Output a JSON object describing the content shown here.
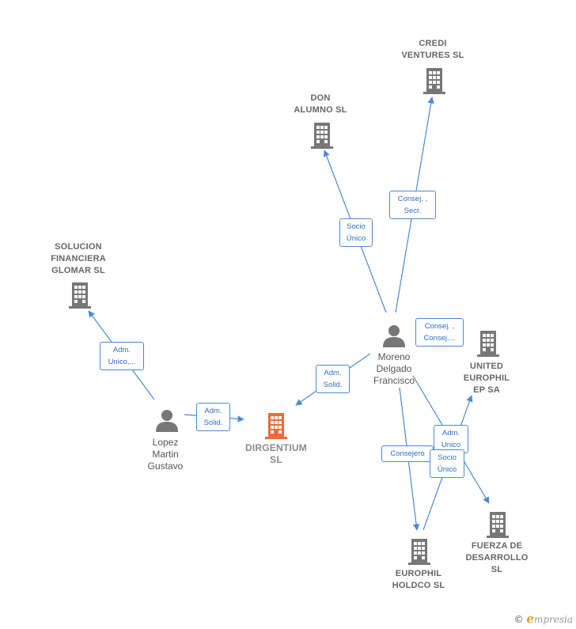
{
  "colors": {
    "edge": "#4a8ad6",
    "building": "#777777",
    "focus_building": "#f06a3a",
    "person": "#777777"
  },
  "nodes": {
    "credi": {
      "label": "CREDI\nVENTURES  SL",
      "icon": "building-icon"
    },
    "don": {
      "label": "DON\nALUMNO SL",
      "icon": "building-icon"
    },
    "solucion": {
      "label": "SOLUCION\nFINANCIERA\nGLOMAR  SL",
      "icon": "building-icon"
    },
    "moreno": {
      "label": "Moreno\nDelgado\nFrancisco",
      "icon": "person-icon"
    },
    "united": {
      "label": "UNITED\nEUROPHIL\nEP SA",
      "icon": "building-icon"
    },
    "lopez": {
      "label": "Lopez\nMartin\nGustavo",
      "icon": "person-icon"
    },
    "dirgentium": {
      "label": "DIRGENTIUM\nSL",
      "icon": "building-icon"
    },
    "europhil_holdco": {
      "label": "EUROPHIL\nHOLDCO SL",
      "icon": "building-icon"
    },
    "fuerza": {
      "label": "FUERZA DE\nDESARROLLO\nSL",
      "icon": "building-icon"
    }
  },
  "edges": {
    "moreno_credi": "Consej. ,\nSecr.",
    "moreno_don": "Socio\nÚnico",
    "moreno_united_consej": "Consej. ,\nConsej....",
    "lopez_solucion": "Adm.\nUnico,...",
    "moreno_dirgentium": "Adm.\nSolid.",
    "lopez_dirgentium": "Adm.\nSolid.",
    "moreno_holdco": "Consejero",
    "moreno_united_adm": "Adm.\nUnico",
    "holdco_fuerza": "Socio\nÚnico"
  },
  "footer": {
    "copyright": "©",
    "brand_initial": "e",
    "brand_rest": "mpresia"
  }
}
